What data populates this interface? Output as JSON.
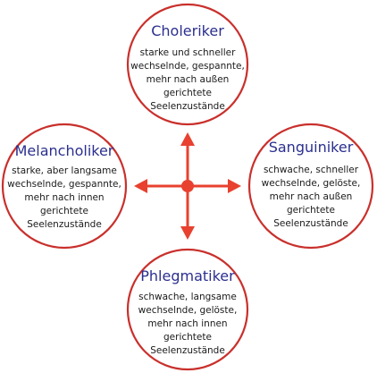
{
  "temperaments": {
    "top": {
      "title": "Choleriker",
      "lines": [
        "starke und schneller",
        "wechselnde, gespannte,",
        "mehr nach außen",
        "gerichtete",
        "Seelenzustände"
      ]
    },
    "right": {
      "title": "Sanguiniker",
      "lines": [
        "schwache, schneller",
        "wechselnde, gelöste,",
        "mehr nach außen",
        "gerichtete",
        "Seelenzustände"
      ]
    },
    "bottom": {
      "title": "Phlegmatiker",
      "lines": [
        "schwache, langsame",
        "wechselnde, gelöste,",
        "mehr nach innen",
        "gerichtete",
        "Seelenzustände"
      ]
    },
    "left": {
      "title": "Melancholiker",
      "lines": [
        "starke, aber langsame",
        "wechselnde, gespannte,",
        "mehr nach innen",
        "gerichtete",
        "Seelenzustände"
      ]
    }
  },
  "colors": {
    "circle_stroke": "#c9302c",
    "arrow": "#e8412f",
    "title": "#2b2f8f",
    "text": "#1a1a1a"
  }
}
